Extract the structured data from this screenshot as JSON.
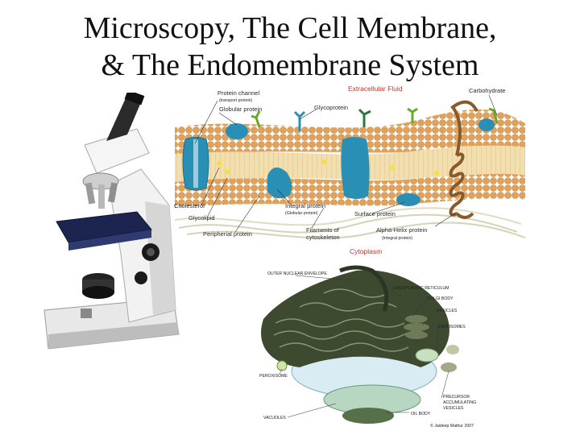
{
  "slide": {
    "title_line1": "Microscopy, The Cell Membrane,",
    "title_line2": "& The Endomembrane System"
  },
  "membrane": {
    "extracellular": "Extracellular Fluid",
    "carbohydrate": "Carbohydrate",
    "protein_channel": "Protein channel",
    "protein_channel_sub": "(transport protein)",
    "globular_protein": "Globular protein",
    "glycoprotein": "Glycoprotein",
    "cholesterol": "Cholesterol",
    "glycolipid": "Glycolipid",
    "peripheral_protein": "Peripherial protein",
    "integral_protein": "Integral protein",
    "integral_protein_sub": "(Globular protein)",
    "surface_protein": "Surface protein",
    "filaments": "Filaments of",
    "filaments_2": "cytoskeleton",
    "alpha_helix": "Alpha-Helix protein",
    "alpha_helix_sub": "(Integral protein)",
    "cytoplasm": "Cytoplasm"
  },
  "endomembrane": {
    "outer_nuclear_envelope": "OUTER NUCLEAR ENVELOPE",
    "endoplasmic_reticulum": "ENDOPLASMIC RETICULUM",
    "golgi_body": "GOLGI BODY",
    "vesicles": "VESICLES",
    "endosomes": "ENDOSOMES",
    "peroxisome": "PEROXISOME",
    "precursor": "PRECURSOR",
    "accumulating": "ACCUMULATING",
    "vesicles2": "VESICLES",
    "vacuoles": "VACUOLES",
    "oil_body": "OIL BODY",
    "credit": "© Jaideep Mathur 2007"
  },
  "colors": {
    "lipid_head": "#e0a25a",
    "protein_blue": "#2a8fb5",
    "cytoplasm_red": "#d0302a",
    "er_green": "#3d4a30"
  }
}
